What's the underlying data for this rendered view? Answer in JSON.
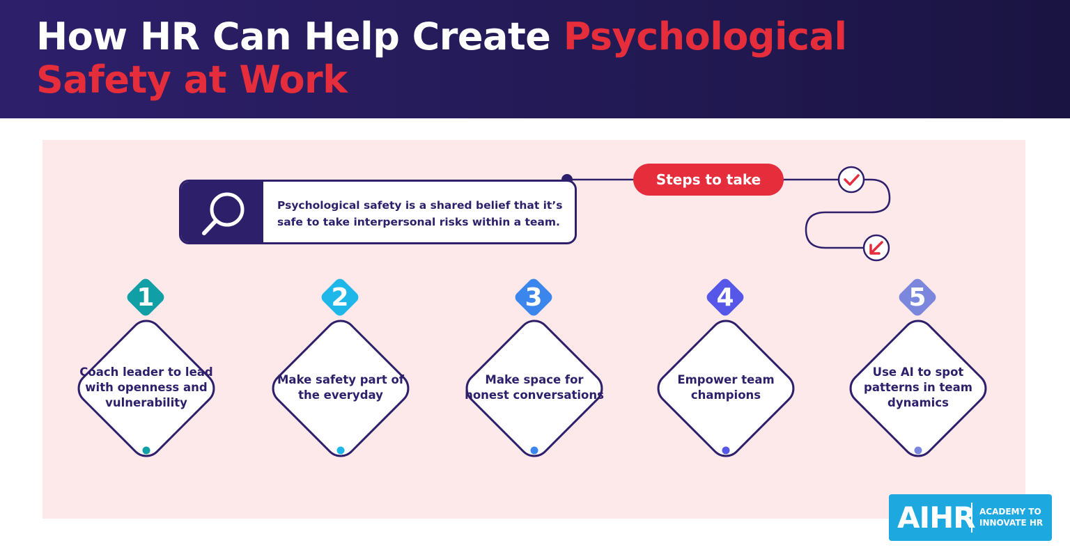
{
  "header": {
    "title_part1": "How HR Can Help Create ",
    "title_accent1": "Psychological",
    "title_accent2": "Safety at Work"
  },
  "definition": {
    "text": "Psychological safety is a shared belief that it’s safe to take interpersonal risks within a team.",
    "icon": "magnifier-icon"
  },
  "steps_label": "Steps to take",
  "steps": [
    {
      "number": "1",
      "text": "Coach leader to lead with openness and vulnerability",
      "color": "#0f9fa5"
    },
    {
      "number": "2",
      "text": "Make safety part of the everyday",
      "color": "#1fb7ea"
    },
    {
      "number": "3",
      "text": "Make space for honest conversations",
      "color": "#3a86ec"
    },
    {
      "number": "4",
      "text": "Empower team champions",
      "color": "#5656e8"
    },
    {
      "number": "5",
      "text": "Use AI to spot patterns in team dynamics",
      "color": "#7b86dd"
    }
  ],
  "logo": {
    "brand": "AIHR",
    "tagline": "ACADEMY TO INNOVATE HR"
  },
  "colors": {
    "navy": "#2e1f6b",
    "red": "#e52d3c",
    "panel": "#fde8ea",
    "logo_blue": "#1ea8e0"
  }
}
